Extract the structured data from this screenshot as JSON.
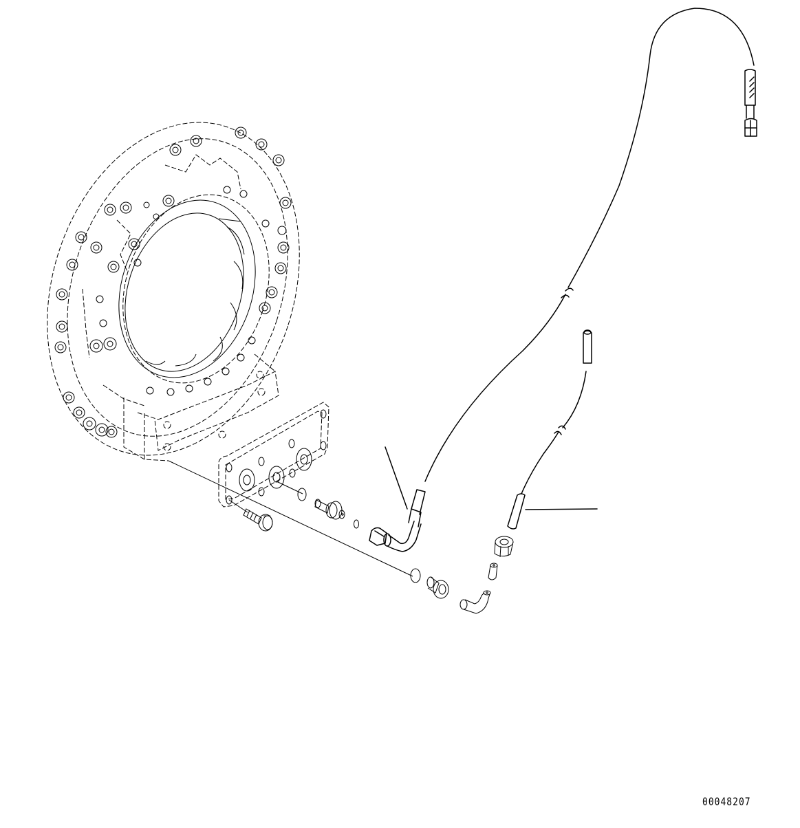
{
  "diagram": {
    "type": "exploded parts diagram",
    "drawing_number": "00048207",
    "components": [
      {
        "id": "gear-housing-disc",
        "description": "Large circular housing/ring gear disc with bolt holes (dashed outline)"
      },
      {
        "id": "valve-block",
        "description": "Rectangular block attached to housing"
      },
      {
        "id": "cover-plate",
        "description": "Flange cover plate with ports and bolt holes"
      },
      {
        "id": "flange-bolt",
        "description": "Hex flange bolt"
      },
      {
        "id": "o-ring-1",
        "description": "O-ring"
      },
      {
        "id": "connector-fitting",
        "description": "Straight adapter fitting"
      },
      {
        "id": "o-ring-2",
        "description": "Small O-ring"
      },
      {
        "id": "elbow-hose-fitting",
        "description": "Elbow fitting with hex nut on hose end"
      },
      {
        "id": "hose-1",
        "description": "Long hydraulic hose with break mark, ending in hex nut fitting"
      },
      {
        "id": "o-ring-3",
        "description": "O-ring"
      },
      {
        "id": "plug-fitting",
        "description": "Plug/adapter with flange"
      },
      {
        "id": "elbow-small",
        "description": "Small elbow fitting"
      },
      {
        "id": "sleeve",
        "description": "Small sleeve/ferrule"
      },
      {
        "id": "nut",
        "description": "Hex nut"
      },
      {
        "id": "tube-2",
        "description": "Thin tube with break mark and end sleeves"
      }
    ],
    "leader_lines": 2
  }
}
